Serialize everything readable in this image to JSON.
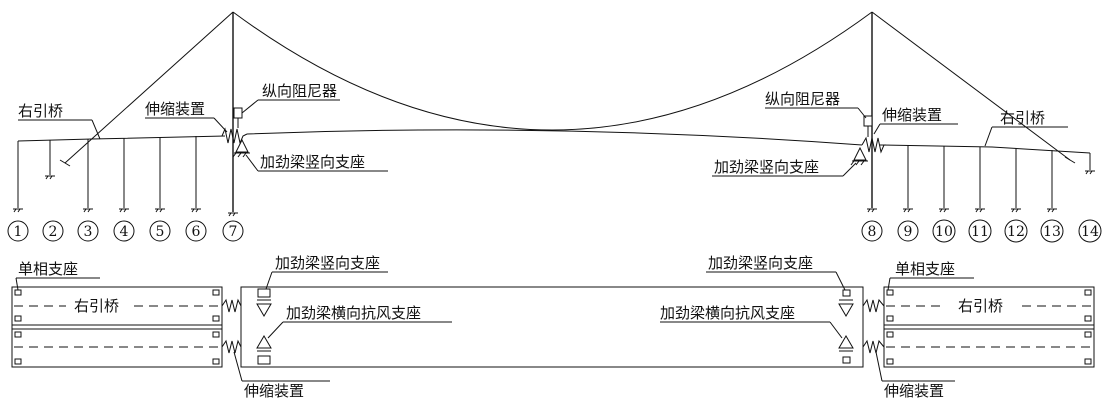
{
  "elevation": {
    "label_right_approach_left": "右引桥",
    "label_right_approach_right": "右引桥",
    "label_expansion_left": "伸缩装置",
    "label_expansion_right": "伸缩装置",
    "label_damper_left": "纵向阻尼器",
    "label_damper_right": "纵向阻尼器",
    "label_vertical_bearing_left": "加劲梁竖向支座",
    "label_vertical_bearing_right": "加劲梁竖向支座"
  },
  "piers": [
    "1",
    "2",
    "3",
    "4",
    "5",
    "6",
    "7",
    "8",
    "9",
    "10",
    "11",
    "12",
    "13",
    "14"
  ],
  "plan": {
    "label_single_bearing_left": "单相支座",
    "label_single_bearing_right": "单相支座",
    "label_vertical_bearing_left": "加劲梁竖向支座",
    "label_vertical_bearing_right": "加劲梁竖向支座",
    "label_wind_bearing_left": "加劲梁横向抗风支座",
    "label_wind_bearing_right": "加劲梁横向抗风支座",
    "label_approach_left": "右引桥",
    "label_approach_right": "右引桥",
    "label_expansion_left": "伸缩装置",
    "label_expansion_right": "伸缩装置"
  }
}
